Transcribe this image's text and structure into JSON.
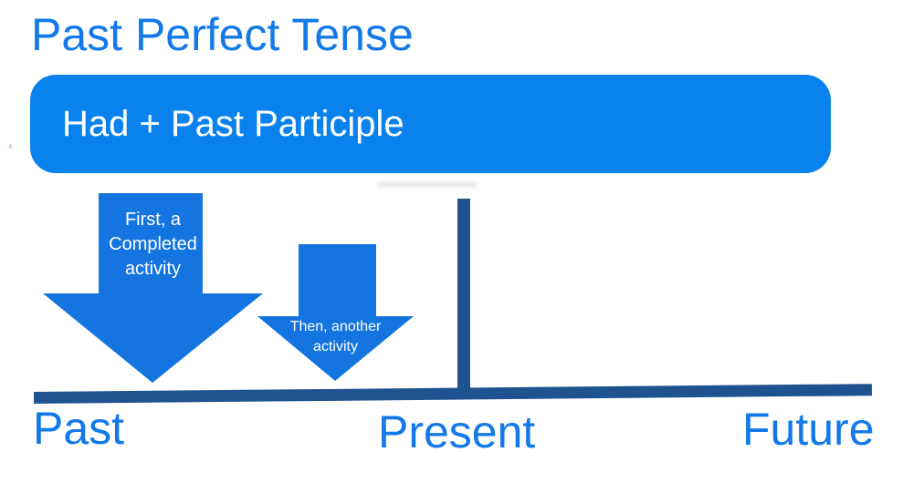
{
  "title": "Past Perfect Tense",
  "formula_banner": {
    "text": "Had + Past Participle"
  },
  "arrows": {
    "first": {
      "lines": [
        "First, a",
        "Completed",
        "activity"
      ]
    },
    "second": {
      "lines": [
        "Then, another",
        "activity"
      ]
    }
  },
  "timeline": {
    "labels": {
      "past": "Past",
      "present": "Present",
      "future": "Future"
    }
  },
  "colors": {
    "text-blue": "#1379e9",
    "banner-blue": "#0982ee",
    "arrow-blue": "#1475e1",
    "navy-blue": "#1f538f"
  }
}
